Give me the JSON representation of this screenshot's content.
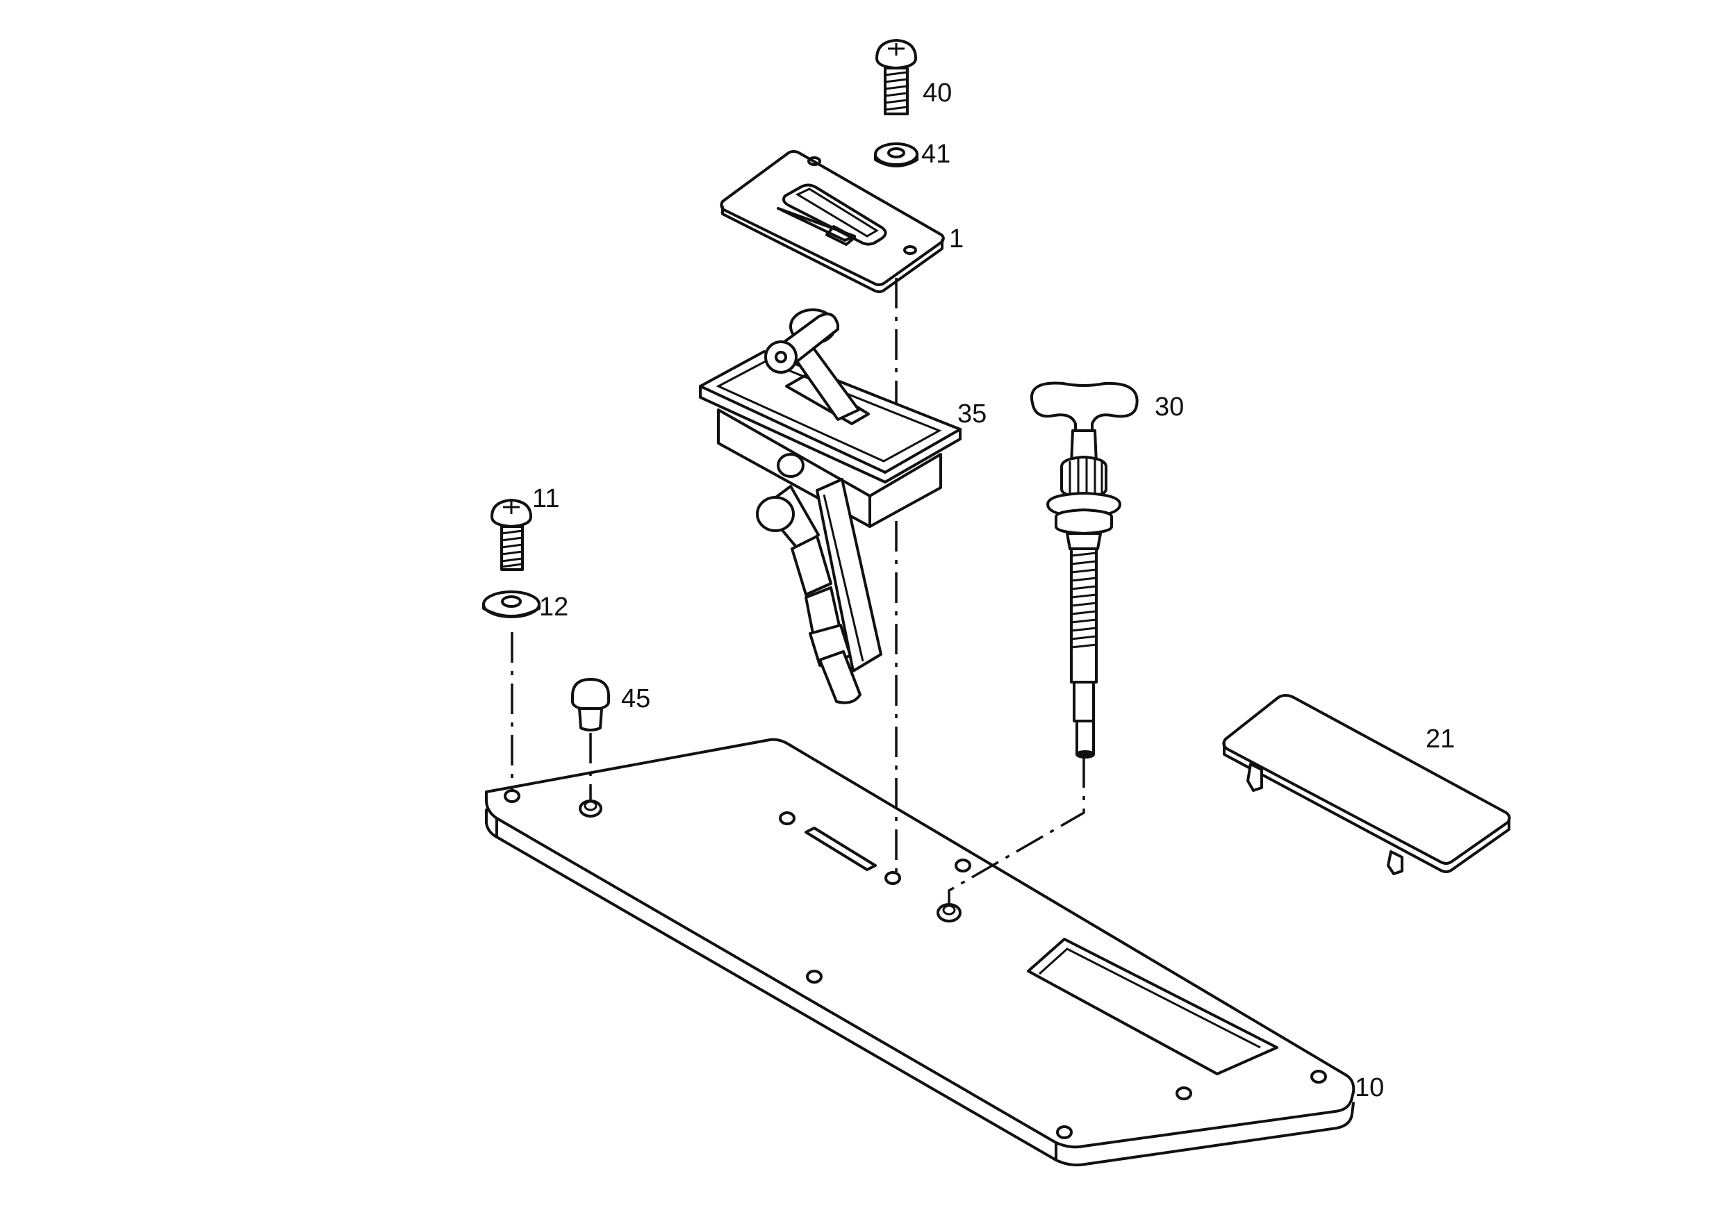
{
  "parts": [
    {
      "id": "screw_top",
      "label": "40"
    },
    {
      "id": "washer_top",
      "label": "41"
    },
    {
      "id": "cover_plate",
      "label": "1"
    },
    {
      "id": "lever_unit",
      "label": "35"
    },
    {
      "id": "pull_knob",
      "label": "30"
    },
    {
      "id": "screw_left",
      "label": "11"
    },
    {
      "id": "washer_left",
      "label": "12"
    },
    {
      "id": "plug",
      "label": "45"
    },
    {
      "id": "small_cover",
      "label": "21"
    },
    {
      "id": "base_plate",
      "label": "10"
    }
  ]
}
